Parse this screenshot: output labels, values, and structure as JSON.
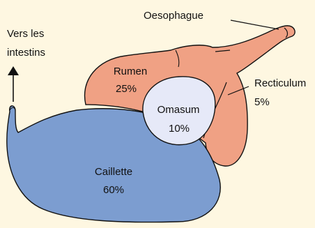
{
  "colors": {
    "background": "#fef7e1",
    "rumen": "#f0a184",
    "omasum": "#e6e9f8",
    "caillette": "#7c9dd0",
    "outline": "#111111"
  },
  "labels": {
    "oesophagus": "Oesophague",
    "intestines_line1": "Vers les",
    "intestines_line2": "intestins",
    "rumen_name": "Rumen",
    "rumen_pct": "25%",
    "omasum_name": "Omasum",
    "omasum_pct": "10%",
    "reticulum_name": "Recticulum",
    "reticulum_pct": "5%",
    "abomasum_name": "Caillette",
    "abomasum_pct": "60%"
  },
  "icons": {
    "arrow": "up-arrow-icon"
  }
}
